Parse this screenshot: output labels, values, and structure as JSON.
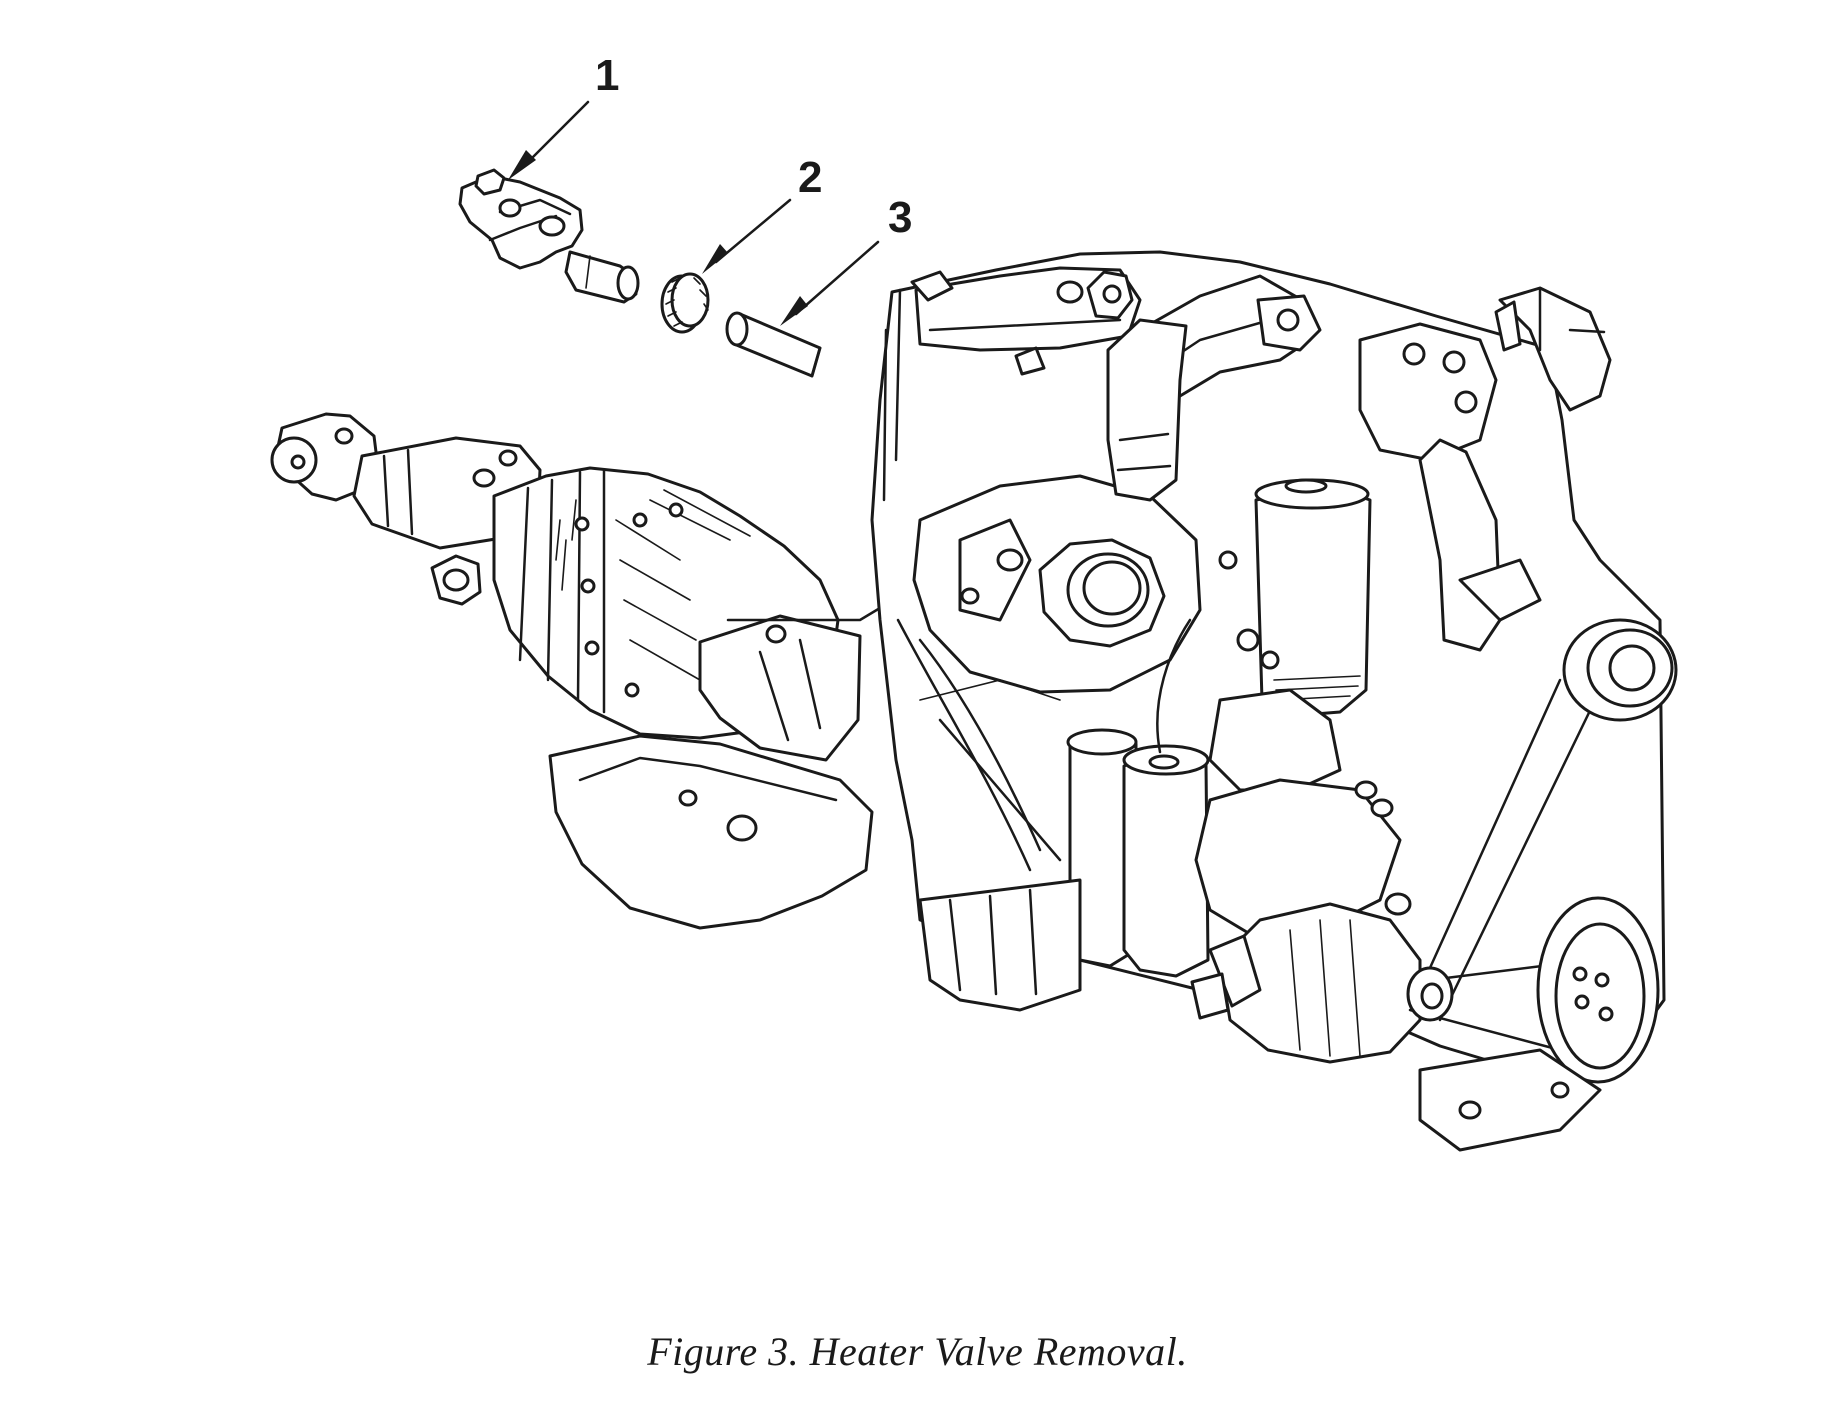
{
  "figure": {
    "caption": "Figure 3.  Heater Valve Removal.",
    "callouts": [
      {
        "number": "1",
        "part": "heater-valve"
      },
      {
        "number": "2",
        "part": "hose-clamp"
      },
      {
        "number": "3",
        "part": "heater-hose"
      }
    ]
  },
  "colors": {
    "ink": "#1a1a1a",
    "paper": "#ffffff"
  }
}
